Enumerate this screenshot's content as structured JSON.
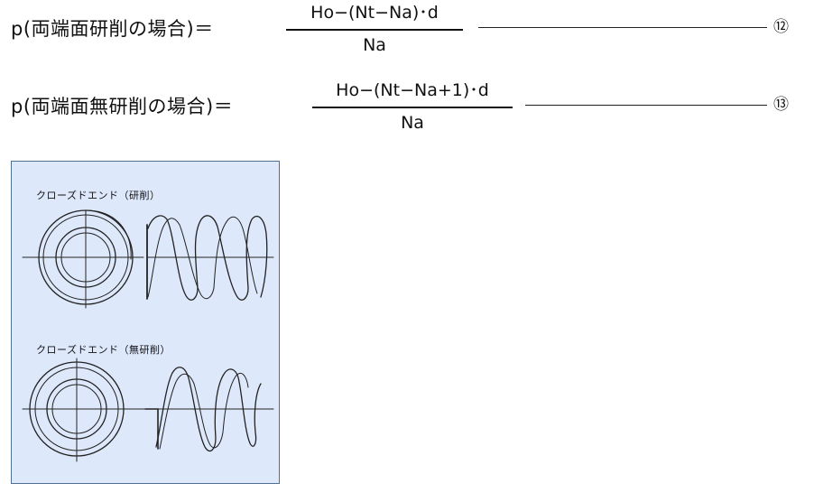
{
  "formulas": [
    {
      "lhs": "p(両端面研削の場合)＝",
      "numerator": "Ho−(Nt−Na)･d",
      "denominator": "Na",
      "number": "⑫"
    },
    {
      "lhs": "p(両端面無研削の場合)＝",
      "numerator": "Ho−(Nt−Na+1)･d",
      "denominator": "Na",
      "number": "⑬"
    }
  ],
  "figure": {
    "captions": {
      "ground": "クローズドエンド（研削）",
      "unground": "クローズドエンド（無研削）"
    },
    "colors": {
      "panel_background": "#dde8fb",
      "panel_border": "#4f6f94",
      "line": "#222222"
    }
  }
}
